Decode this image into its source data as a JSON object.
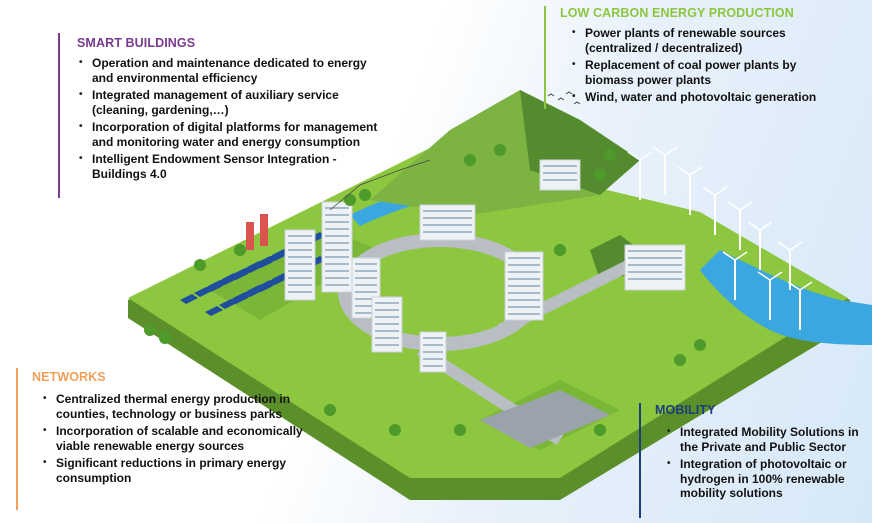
{
  "sections": {
    "smart_buildings": {
      "title": "SMART BUILDINGS",
      "accent": "#7a3b8f",
      "items": [
        "Operation and maintenance dedicated to energy and environmental efficiency",
        "Integrated management of auxiliary service (cleaning, gardening,…)",
        "Incorporation of digital platforms for management and monitoring water and energy consumption",
        "Intelligent Endowment Sensor Integration - Buildings 4.0"
      ]
    },
    "low_carbon": {
      "title": "LOW CARBON ENERGY PRODUCTION",
      "accent": "#8cc63f",
      "items": [
        "Power plants of renewable sources (centralized / decentralized)",
        "Replacement of coal power plants by biomass power plants",
        "Wind, water and photovoltaic generation"
      ]
    },
    "networks": {
      "title": "NETWORKS",
      "accent": "#f0a05a",
      "items": [
        "Centralized thermal energy production in counties, technology or business parks",
        "Incorporation of scalable and economically viable renewable energy sources",
        "Significant reductions in primary energy consumption"
      ]
    },
    "mobility": {
      "title": "MOBILITY",
      "accent": "#1b3f7a",
      "items": [
        "Integrated Mobility Solutions in the Private and Public Sector",
        "Integration of photovoltaic or hydrogen in 100% renewable mobility solutions"
      ]
    }
  },
  "bullet_glyph": "•",
  "illustration": {
    "colors": {
      "grass": "#8dc63f",
      "grass_dark": "#6aa82e",
      "ground_side": "#5b8f2a",
      "water": "#3aa7e0",
      "water_dark": "#1e7fc2",
      "mountain": "#7cb342",
      "mountain_shade": "#558b2f",
      "road": "#b9bec4",
      "solar": "#1f4e9c",
      "building": "#eef2f5",
      "building_shade": "#c9d3dc",
      "tree": "#4e9a2a",
      "turbine": "#ffffff"
    }
  }
}
